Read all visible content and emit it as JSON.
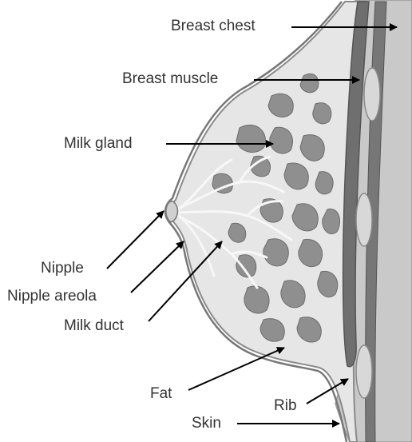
{
  "labels": {
    "breast_chest": "Breast chest",
    "breast_muscle": "Breast muscle",
    "milk_gland": "Milk gland",
    "nipple": "Nipple",
    "nipple_areola": "Nipple areola",
    "milk_duct": "Milk duct",
    "fat": "Fat",
    "rib": "Rib",
    "skin": "Skin"
  },
  "colors": {
    "label_text": "#333333",
    "arrow": "#000000",
    "tissue_light": "#e3e3e3",
    "gland_lobes": "#8f8f8f",
    "muscle": "#707070",
    "chest_wall": "#c4c4c4",
    "duct_lines": "#f4f4f4"
  }
}
